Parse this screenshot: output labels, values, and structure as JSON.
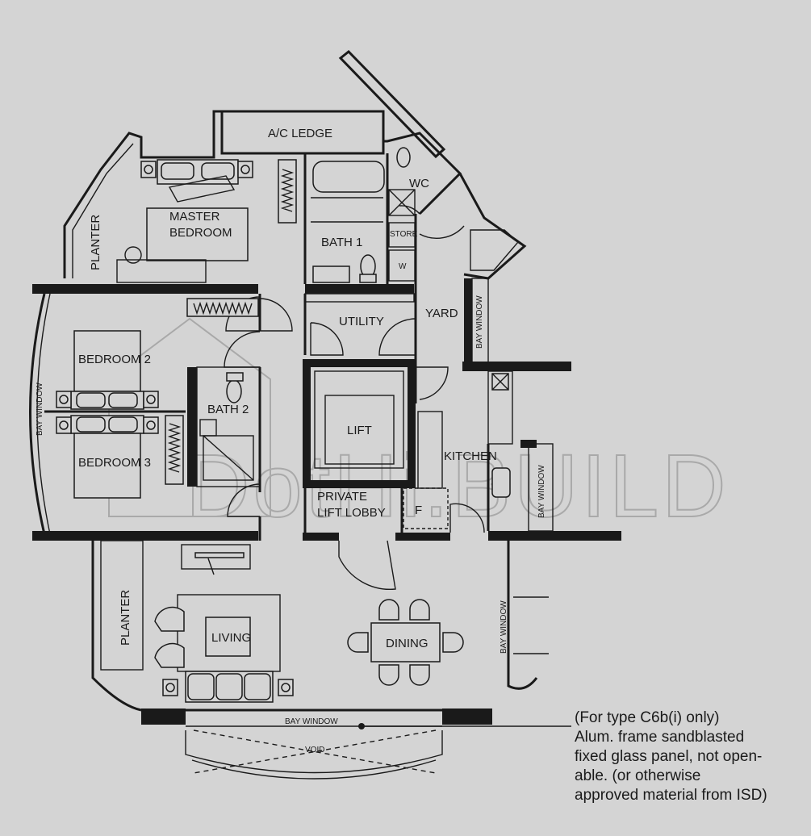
{
  "rooms": {
    "ac_ledge": "A/C LEDGE",
    "wc": "WC",
    "master_bedroom_line1": "MASTER",
    "master_bedroom_line2": "BEDROOM",
    "bath1": "BATH 1",
    "store": "STORE",
    "w": "W",
    "planter_top": "PLANTER",
    "utility": "UTILITY",
    "yard": "YARD",
    "bedroom2": "BEDROOM 2",
    "bedroom3": "BEDROOM 3",
    "bath2": "BATH 2",
    "lift": "LIFT",
    "kitchen": "KITCHEN",
    "private_lift_lobby_line1": "PRIVATE",
    "private_lift_lobby_line2": "LIFT LOBBY",
    "f": "F",
    "planter_bottom": "PLANTER",
    "living": "LIVING",
    "dining": "DINING",
    "bay_window_left": "BAY WINDOW",
    "bay_window_yard": "BAY WINDOW",
    "bay_window_kitchen": "BAY WINDOW",
    "bay_window_dining": "BAY WINDOW",
    "bay_window_bottom": "BAY WINDOW",
    "void": "VOID"
  },
  "watermark": "DotHi.BUILD",
  "note": [
    "(For type C6b(i) only)",
    "Alum. frame sandblasted",
    "fixed glass panel, not open-",
    "able. (or otherwise",
    "approved material from ISD)"
  ]
}
